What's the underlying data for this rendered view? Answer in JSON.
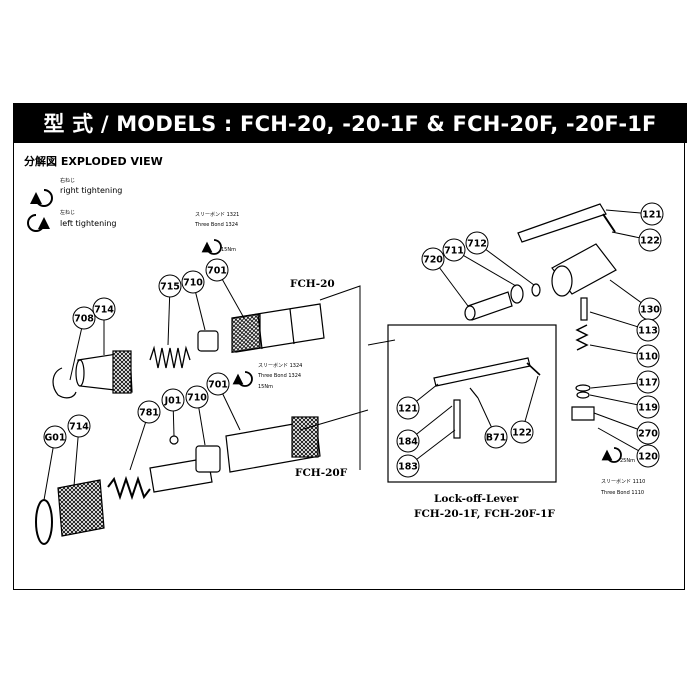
{
  "header": {
    "title": "型  式 / MODELS : FCH-20, -20-1F & FCH-20F, -20F-1F"
  },
  "section_title": "分解図 EXPLODED VIEW",
  "legend": {
    "right": {
      "jp": "右ねじ",
      "en": "right tightening"
    },
    "left": {
      "jp": "左ねじ",
      "en": "left tightening"
    }
  },
  "models": {
    "top": "FCH-20",
    "bottom": "FCH-20F"
  },
  "lock_box": {
    "title": "Lock-off-Lever",
    "models": "FCH-20-1F, FCH-20F-1F"
  },
  "torque_notes": {
    "top_left": {
      "line1": "スリーボンド  1321",
      "line2": "Three Bond   1324",
      "value": "15Nm"
    },
    "mid_top": {
      "line1": "スリーボンド  1324",
      "line2": "Three Bond   1324",
      "value": "15Nm"
    },
    "mid_bottom": {
      "line1": "スリーボンド  1324",
      "line2": "Three Bond   1324",
      "value": "15Nm"
    },
    "right": {
      "line1": "スリーボンド  1110",
      "line2": "Three Bond   1110",
      "value": "25Nm"
    }
  },
  "part_numbers": {
    "p708": "708",
    "p714a": "714",
    "p715": "715",
    "p710a": "710",
    "p701a": "701",
    "p781": "781",
    "pJ01": "J01",
    "p710b": "710",
    "p701b": "701",
    "pG01": "G01",
    "p714b": "714",
    "p720": "720",
    "p711": "711",
    "p712": "712",
    "p121a": "121",
    "p122a": "122",
    "p130": "130",
    "p113": "113",
    "p110": "110",
    "p117": "117",
    "p119": "119",
    "p270": "270",
    "p120": "120",
    "p121b": "121",
    "p184": "184",
    "p183": "183",
    "pB71": "B71",
    "p122b": "122"
  }
}
